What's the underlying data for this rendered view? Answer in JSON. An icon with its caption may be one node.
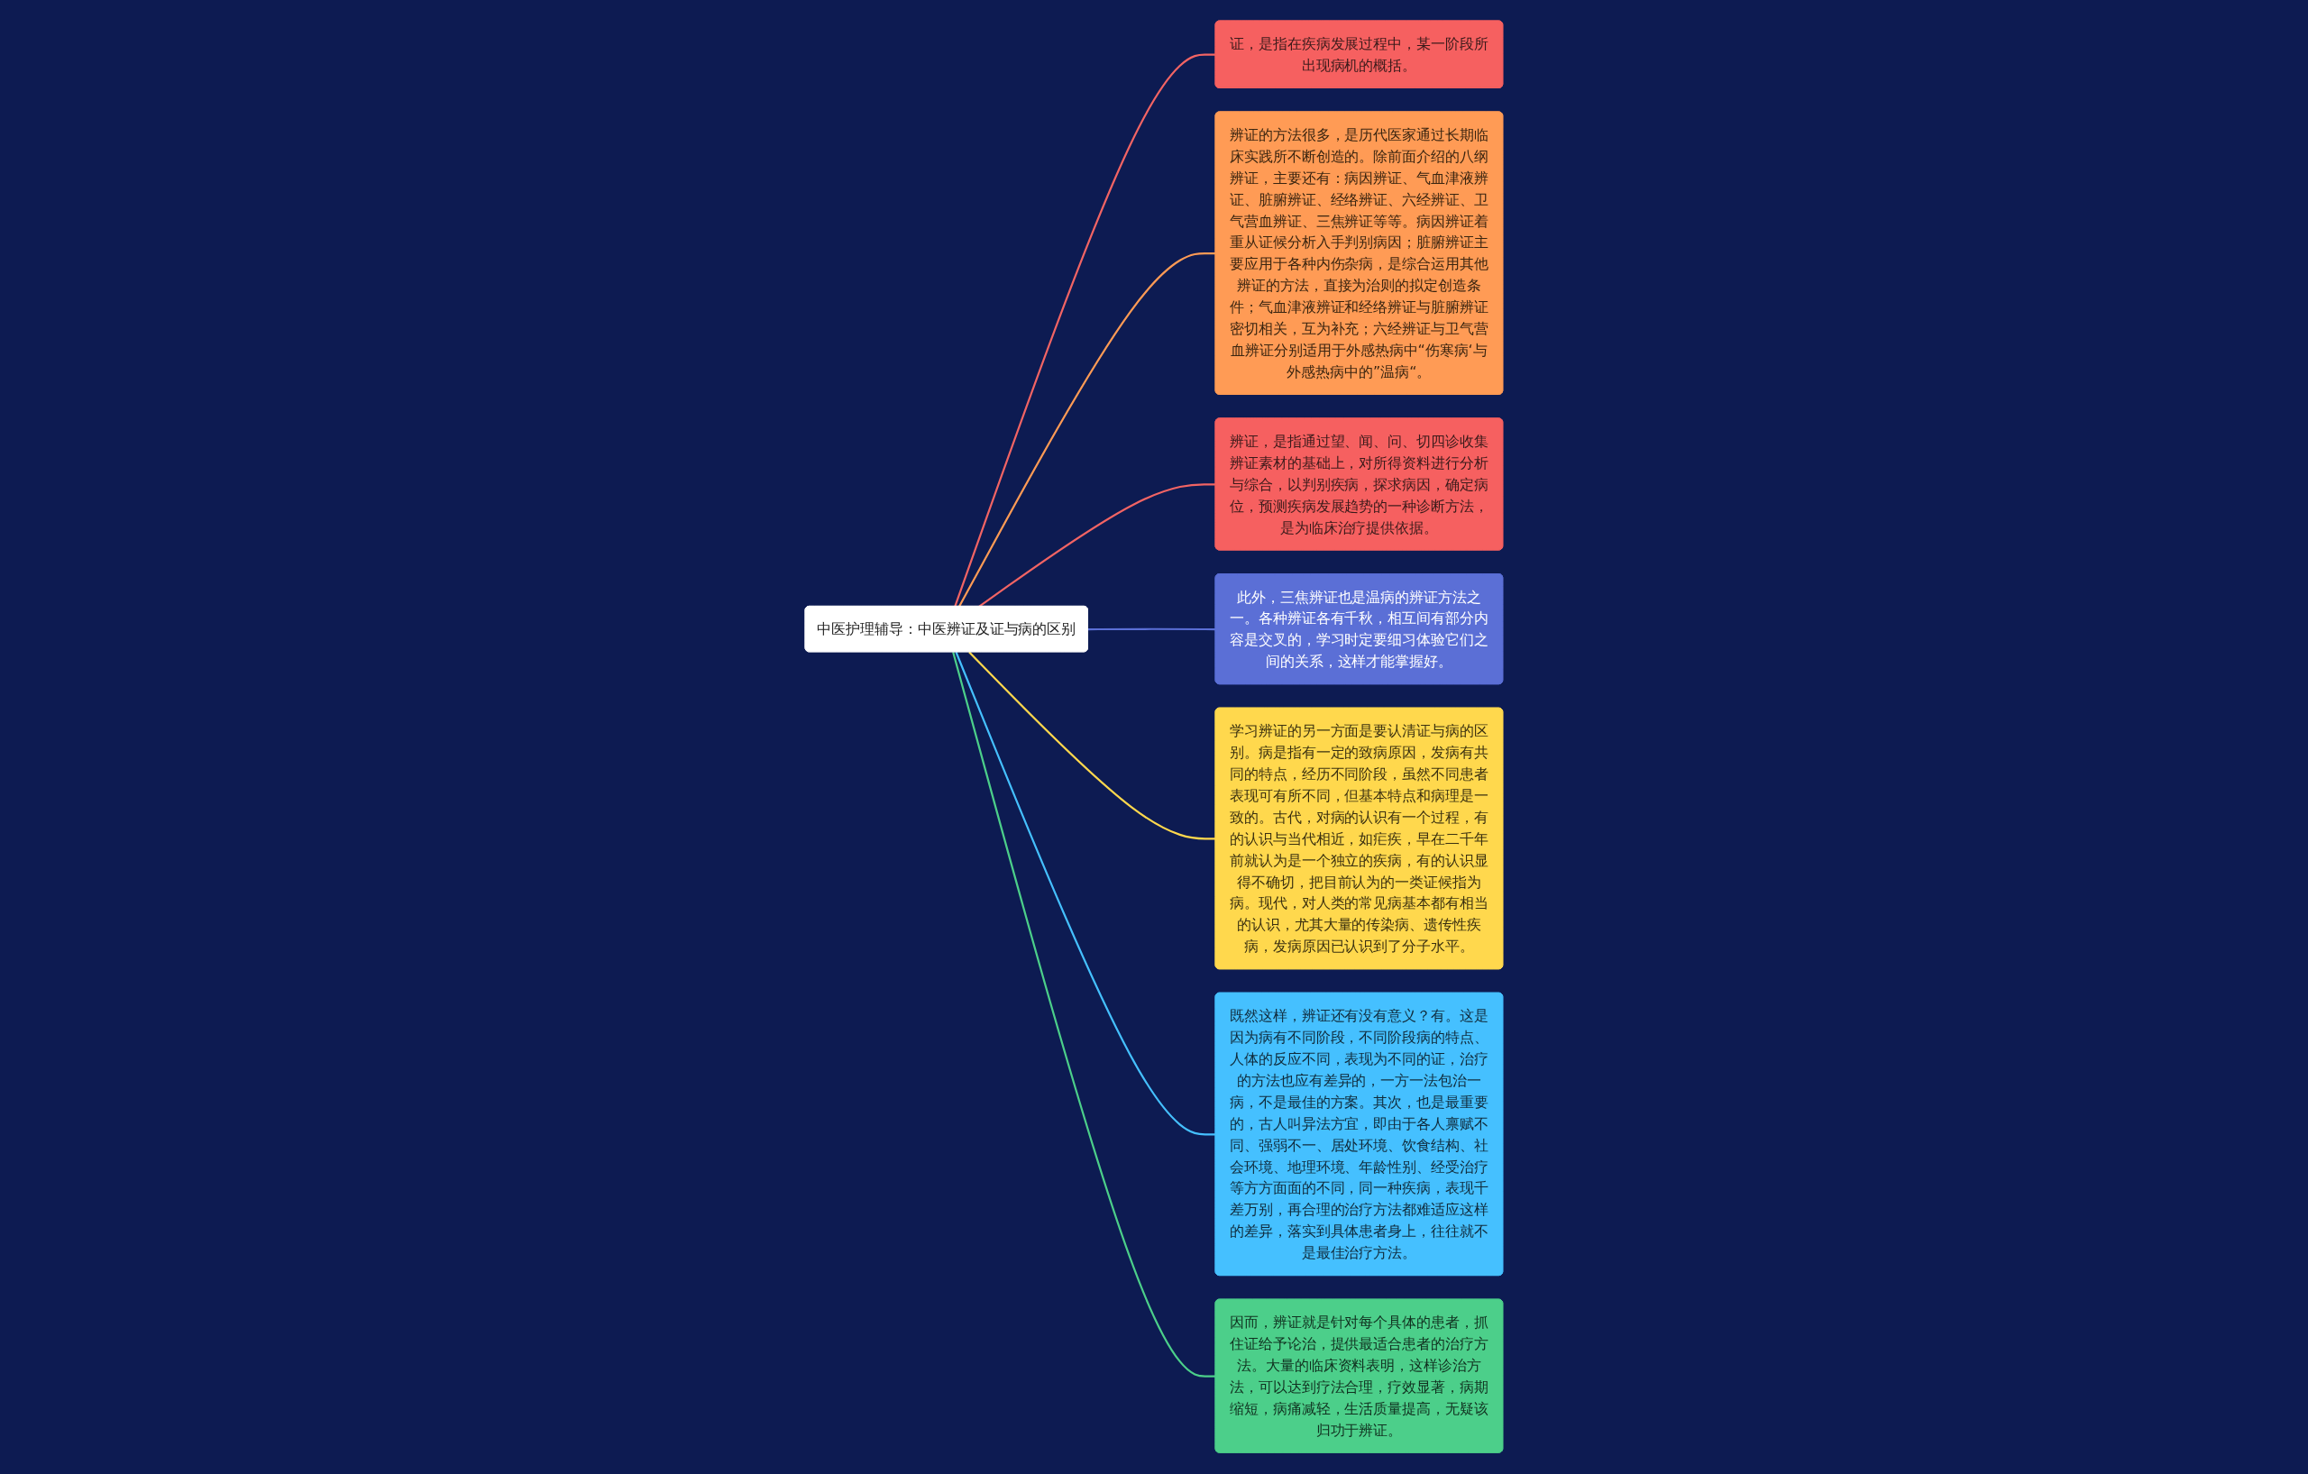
{
  "diagram": {
    "nodes": [
      {
        "text": [
          "中医护理辅导：中医辨证及证与病的区别"
        ]
      },
      {
        "text": [
          "证，是指在疾病发展过程中，某一阶段所出现病机的概括。"
        ]
      },
      {
        "text": [
          "辨证的方法很多，是历代医家通过长期临床实践所不断创造的。除前面介绍的八纲辨证，主要还有：病因辨证、气血津液辨证、脏腑辨证、经络辨证、六经辨证、卫气营血辨证、三焦辨证等等。病因辨证着重从证候分析入手判别病因；脏腑辨证主要应用于各种内伤杂病，是综合运用其他辨证的方法，直接为治则的拟定创造条件；气血津液辨证和经络辨证与脏腑辨证密切相关，互为补充；六经辨证与卫气营血辨证分别适用于外感热病中“伤寒病‘与外感热病中的”温病“。"
        ]
      },
      {
        "text": [
          "辨证，是指通过望、闻、问、切四诊收集辨证素材的基础上，对所得资料进行分析与综合，以判别疾病，探求病因，确定病位，预测疾病发展趋势的一种诊断方法，是为临床治疗提供依据。"
        ]
      },
      {
        "text": [
          "此外，三焦辨证也是温病的辨证方法之一。各种辨证各有千秋，相互间有部分内容是交叉的，学习时定要细习体验它们之间的关系，这样才能掌握好。"
        ]
      },
      {
        "text": [
          "学习辨证的另一方面是要认清证与病的区别。病是指有一定的致病原因，发病有共同的特点，经历不同阶段，虽然不同患者表现可有所不同，但基本特点和病理是一致的。古代，对病的认识有一个过程，有的认识与当代相近，如疟疾，早在二千年前就认为是一个独立的疾病，有的认识显得不确切，把目前认为的一类证候指为病。现代，对人类的常见病基本都有相当的认识，尤其大量的传染病、遗传性疾病，发病原因已认识到了分子水平。"
        ]
      },
      {
        "text": [
          "既然这样，辨证还有没有意义？有。这是因为病有不同阶段，不同阶段病的特点、人体的反应不同，表现为不同的证，治疗的方法也应有差异的，一方一法包治一病，不是最佳的方案。其次，也是最重要的，古人叫异法方宜，即由于各人禀赋不同、强弱不一、居处环境、饮食结构、社会环境、地理环境、年龄性别、经受治疗等方方面面的不同，同一种疾病，表现千差万别，再合理的治疗方法都难适应这样的差异，落实到具体患者身上，往往就不是最佳治疗方法。"
        ]
      },
      {
        "text": [
          "因而，辨证就是针对每个具体的患者，抓住证给予论治，提供最适合患者的治疗方法。大量的临床资料表明，这样诊治方法，可以达到疗法合理，疗效显著，病期缩短，病痛减轻，生活质量提高，无疑该归功于辨证。"
        ]
      }
    ],
    "edges": [
      {
        "from": 0,
        "to": 1,
        "arrow": "none",
        "color": "#f26464"
      },
      {
        "from": 0,
        "to": 2,
        "arrow": "none",
        "color": "#ff9b55"
      },
      {
        "from": 0,
        "to": 3,
        "arrow": "none",
        "color": "#f26464"
      },
      {
        "from": 0,
        "to": 4,
        "arrow": "none",
        "color": "#5b6fd6"
      },
      {
        "from": 0,
        "to": 5,
        "arrow": "none",
        "color": "#ffd84d"
      },
      {
        "from": 0,
        "to": 6,
        "arrow": "none",
        "color": "#45c0ff"
      },
      {
        "from": 0,
        "to": 7,
        "arrow": "none",
        "color": "#4ccf8a"
      }
    ]
  }
}
